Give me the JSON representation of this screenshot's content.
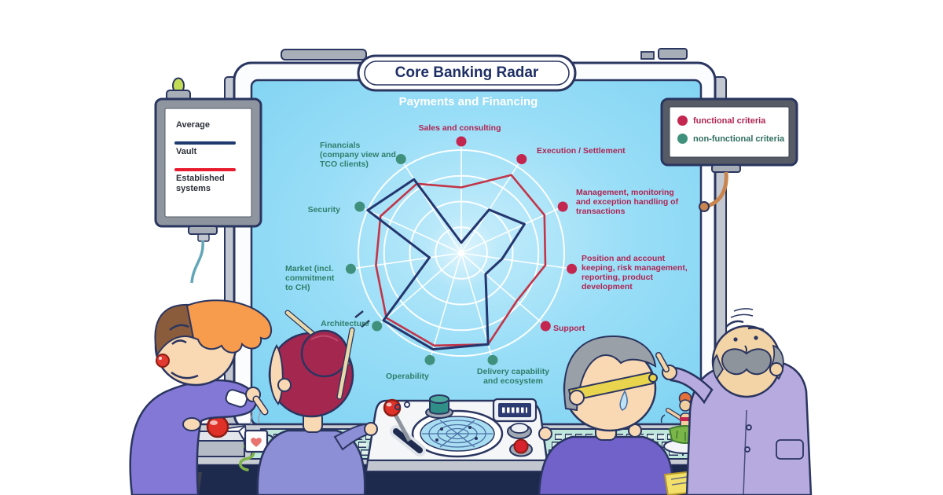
{
  "title": "Core Banking Radar",
  "subtitle": "Payments and Financing",
  "series_legend": {
    "items": [
      {
        "label": "Average",
        "color": "#ffffff"
      },
      {
        "label": "Vault",
        "color": "#1f3a6e"
      },
      {
        "label": "Established systems",
        "color": "#e81c2e"
      }
    ]
  },
  "criteria_legend": {
    "items": [
      {
        "label": "functional criteria",
        "color": "#c3274f",
        "text_color": "#b02553"
      },
      {
        "label": "non-functional criteria",
        "color": "#3f907d",
        "text_color": "#2f6e5f"
      }
    ]
  },
  "chart_data": {
    "type": "radar",
    "title": "Payments and Financing",
    "rings": 4,
    "scale_max": 4,
    "grid_color": "#ffffff",
    "categories": [
      "Sales and consulting",
      "Execution / Settlement",
      "Management, monitoring and exception handling of transactions",
      "Position and account keeping, risk management, reporting, product development",
      "Support",
      "Delivery capability and ecosystem",
      "Operability",
      "Architecture",
      "Market (incl. commitment to CH)",
      "Security",
      "Financials (company view and TCO clients)"
    ],
    "category_types": [
      "functional",
      "functional",
      "functional",
      "functional",
      "functional",
      "non-functional",
      "non-functional",
      "non-functional",
      "non-functional",
      "non-functional",
      "non-functional"
    ],
    "label_colors": {
      "functional": "#b02553",
      "non-functional": "#2f7f6b"
    },
    "series": [
      {
        "name": "Established systems",
        "color": "#c23448",
        "values": [
          2.55,
          3.6,
          3.55,
          3.3,
          2.85,
          3.7,
          3.75,
          3.85,
          3.35,
          3.45,
          3.2
        ]
      },
      {
        "name": "Vault",
        "color": "#24366e",
        "values": [
          0.4,
          2.0,
          2.7,
          1.6,
          1.25,
          3.7,
          3.9,
          4.0,
          1.25,
          4.0,
          3.4
        ]
      }
    ]
  }
}
